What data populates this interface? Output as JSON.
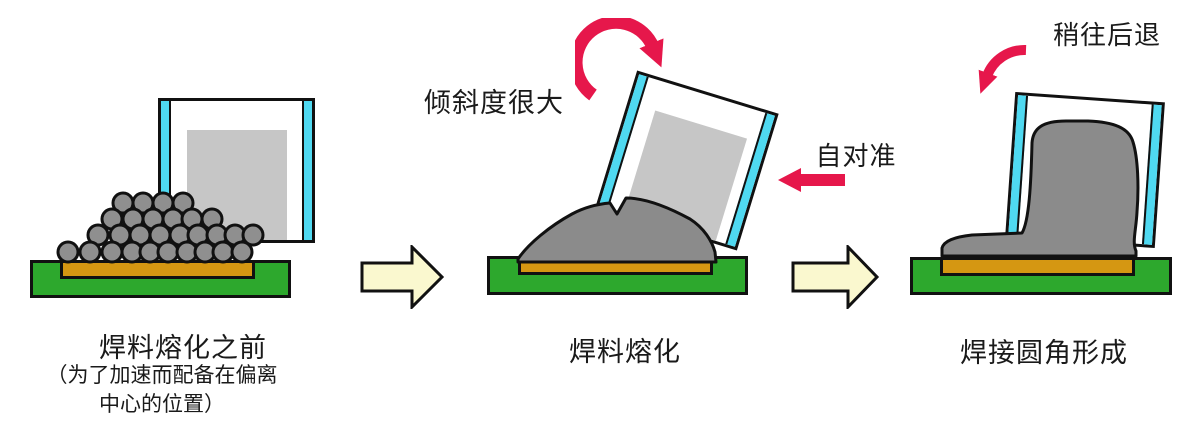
{
  "figure": {
    "panel1": {
      "title": "焊料熔化之前",
      "caption_line1": "（为了加速而配备在偏离",
      "caption_line2": "中心的位置）"
    },
    "panel2": {
      "title": "焊料熔化",
      "tilt_label": "倾斜度很大",
      "self_align_label": "自对准"
    },
    "panel3": {
      "title": "焊接圆角形成",
      "recede_label": "稍往后退"
    }
  },
  "icons": {
    "flow_arrow": "right-block-arrow-icon",
    "rotate_arrow": "rotate-clockwise-arrow-icon",
    "self_align_arrow": "left-arrow-icon",
    "recede_arrow": "rotate-counterclockwise-arrow-icon",
    "solder_balls": "solder-balls-icon"
  },
  "colors": {
    "substrate_green": "#2DA82D",
    "pad_brown": "#D59712",
    "electrode_cyan": "#4FD9F1",
    "die_gray": "#C6C6C6",
    "solder_gray": "#8B8B8B",
    "accent_red": "#E6174B",
    "flow_arrow_fill": "#FAF8CF",
    "outline": "#111111"
  }
}
